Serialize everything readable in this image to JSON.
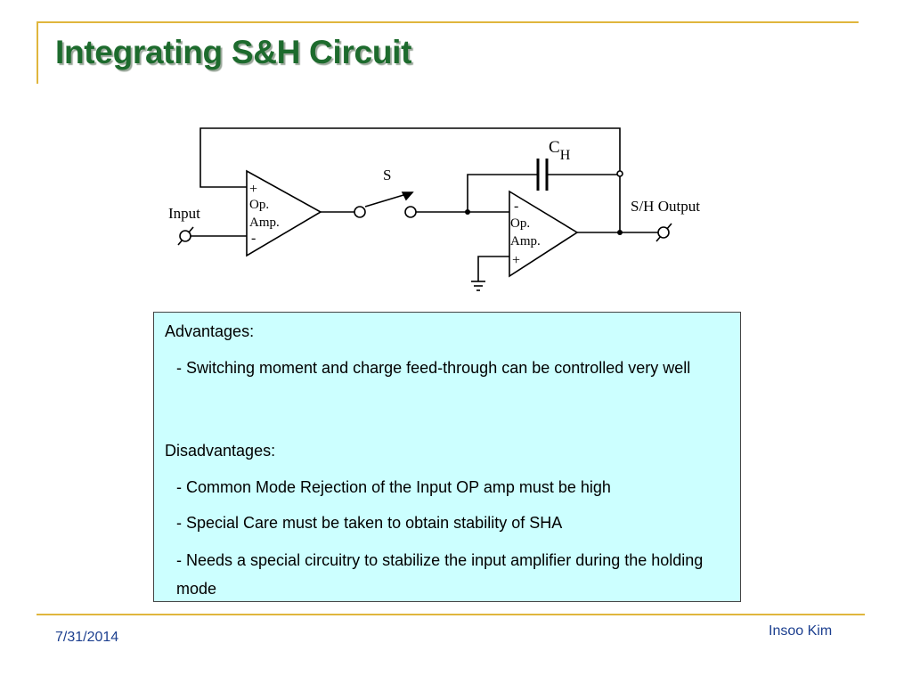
{
  "slide": {
    "title": "Integrating S&H Circuit",
    "colors": {
      "title": "#1d6b2d",
      "rule": "#e0b63d",
      "footer_text": "#1c3f8f",
      "box_fill": "#ccffff"
    }
  },
  "diagram": {
    "input_label": "Input",
    "switch_label": "S",
    "capacitor_label": "C",
    "capacitor_subscript": "H",
    "output_label": "S/H Output",
    "amp1": {
      "plus": "+",
      "line1": "Op.",
      "line2": "Amp.",
      "minus": "-"
    },
    "amp2": {
      "minus": "-",
      "line1": "Op.",
      "line2": "Amp.",
      "plus": "+"
    }
  },
  "notes": {
    "advantages_heading": "Advantages:",
    "advantages": [
      "- Switching moment and charge feed-through can be controlled very well"
    ],
    "disadvantages_heading": "Disadvantages:",
    "disadvantages": [
      "- Common Mode Rejection of the Input OP amp must be high",
      "- Special Care must be taken to obtain stability of SHA",
      "- Needs a special circuitry to stabilize the input amplifier during the holding mode"
    ]
  },
  "footer": {
    "date": "7/31/2014",
    "author": "Insoo Kim"
  }
}
